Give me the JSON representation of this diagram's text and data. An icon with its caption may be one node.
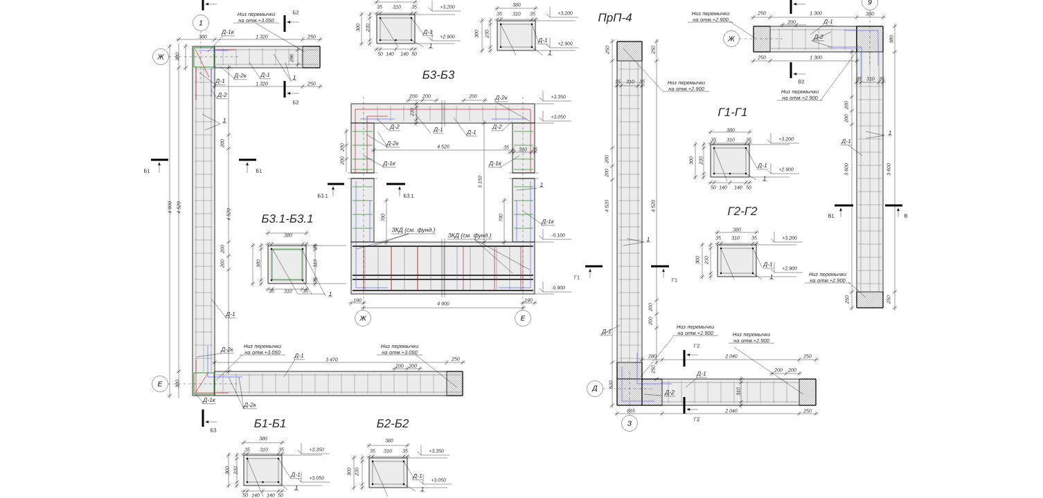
{
  "diagram": {
    "nodes": [
      {
        "text": [
          "1"
        ]
      },
      {
        "text": [
          "Ж"
        ]
      },
      {
        "text": [
          "Е"
        ]
      },
      {
        "text": [
          "Ж"
        ]
      },
      {
        "text": [
          "Е"
        ]
      },
      {
        "text": [
          "Ж"
        ]
      },
      {
        "text": [
          "9"
        ]
      },
      {
        "text": [
          "Д"
        ]
      },
      {
        "text": [
          "З"
        ]
      }
    ],
    "labels": [
      "Низ перемычки на отм.+3.050",
      "Б2",
      "380",
      "Д-1к",
      "1 320",
      "250",
      "380",
      "286",
      "Д-2к",
      "Д-1",
      "1",
      "Д-1",
      "1 320",
      "250",
      "Д-2",
      "Б2",
      "1",
      "200",
      "Б1",
      "Б1",
      "Б3.1",
      "4 900",
      "4 520",
      "4 520",
      "200",
      "200",
      "Д-1",
      "Д-2к",
      "Низ перемычки на отм.+3.050",
      "Д-1",
      "3 470",
      "Низ перемычки на отм.+3.050",
      "200",
      "200",
      "250",
      "380",
      "Д-1к",
      "Д-2к",
      "Б3",
      "Б3.1-Б3.1",
      "380",
      "380",
      "35",
      "310",
      "35",
      "35",
      "310",
      "35",
      "1",
      "Б1-Б1",
      "380",
      "35",
      "310",
      "35",
      "+3.350",
      "300",
      "230",
      "Д-1",
      "+3.050",
      "1",
      "50",
      "140",
      "140",
      "50",
      "Б2-Б2",
      "380",
      "35",
      "310",
      "35",
      "+3.350",
      "300",
      "230",
      "Д-1",
      "+3.050",
      "1",
      "35",
      "310",
      "35",
      "+3.200",
      "300",
      "230",
      "Д-1",
      "+2.900",
      "1",
      "50",
      "140",
      "140",
      "50",
      "380",
      "35",
      "310",
      "35",
      "+3.200",
      "300",
      "230",
      "Д-1",
      "+2.900",
      "1",
      "Б3-Б3",
      "200",
      "200",
      "200",
      "Д-2к",
      "+3.350",
      "230",
      "+3.050",
      "Д-2",
      "Д-1",
      "Д-1",
      "Д-2",
      "Д-2к",
      "4 520",
      "35",
      "310",
      "35",
      "200",
      "200",
      "Д-1к",
      "Д-1к",
      "Б3.1",
      "3 150",
      "1",
      "700",
      "700",
      "Д-1к",
      "-0.100",
      "ЗКД (см. фунд.)",
      "ЗКД (см. фунд.)",
      "-0.900",
      "190",
      "4 900",
      "190",
      "ПрП-4",
      "Низ перемычки на отм.+2.900",
      "250",
      "1 300",
      "380",
      "200",
      "Д-1",
      "Д-2",
      "380",
      "250",
      "1 300",
      "250",
      "250",
      "В2",
      "Низ перемычки на отм.+2.900",
      "35",
      "310",
      "35",
      "35",
      "310",
      "35",
      "Низ перемычки на отм.+2.900",
      "200",
      "200",
      "Г1-Г1",
      "1",
      "380",
      "35",
      "310",
      "35",
      "+3.200",
      "Д-1",
      "200",
      "300",
      "230",
      "200",
      "Д-1",
      "+2.900",
      "1",
      "50",
      "140",
      "140",
      "50",
      "3 600",
      "3 600",
      "4 520",
      "4 520",
      "Г2-Г2",
      "380",
      "1",
      "35",
      "310",
      "35",
      "+3.200",
      "300",
      "230",
      "Д-1",
      "+2.900",
      "Г1",
      "Г1",
      "1",
      "В1",
      "В",
      "Низ перемычки на отм.+2.900",
      "250",
      "250",
      "200",
      "200",
      "Д-1",
      "Низ перемычки на отм.+2.900",
      "Низ перемычки на отм.+2.900",
      "Г2",
      "280",
      "2 040",
      "250",
      "200",
      "200",
      "250",
      "630",
      "Д-1",
      "310",
      "Д-2",
      "665",
      "2 040",
      "250",
      "Г2"
    ]
  }
}
